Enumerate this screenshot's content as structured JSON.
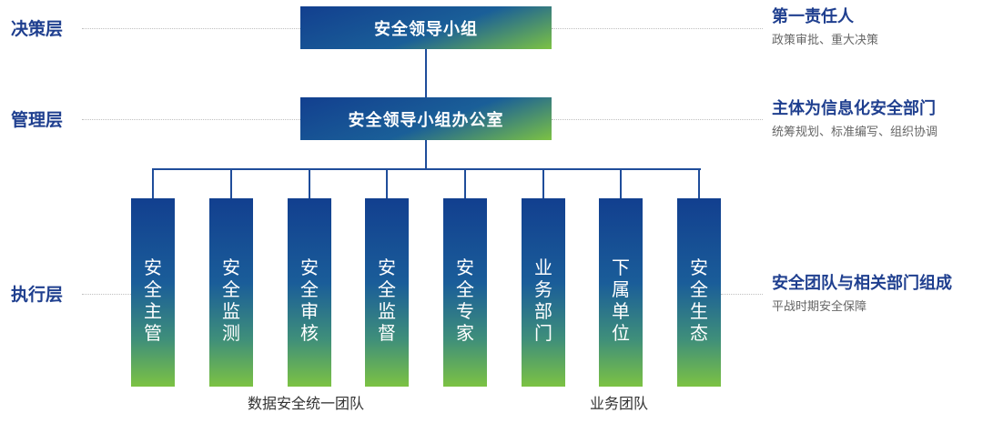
{
  "layers": [
    {
      "label": "决策层"
    },
    {
      "label": "管理层"
    },
    {
      "label": "执行层"
    }
  ],
  "top_boxes": [
    {
      "label": "安全领导小组"
    },
    {
      "label": "安全领导小组办公室"
    }
  ],
  "columns": [
    {
      "chars": [
        "安",
        "全",
        "主",
        "管"
      ]
    },
    {
      "chars": [
        "安",
        "全",
        "监",
        "测"
      ]
    },
    {
      "chars": [
        "安",
        "全",
        "审",
        "核"
      ]
    },
    {
      "chars": [
        "安",
        "全",
        "监",
        "督"
      ]
    },
    {
      "chars": [
        "安",
        "全",
        "专",
        "家"
      ]
    },
    {
      "chars": [
        "业",
        "务",
        "部",
        "门"
      ]
    },
    {
      "chars": [
        "下",
        "属",
        "单",
        "位"
      ]
    },
    {
      "chars": [
        "安",
        "全",
        "生",
        "态"
      ]
    }
  ],
  "right": [
    {
      "title": "第一责任人",
      "sub": "政策审批、重大决策"
    },
    {
      "title": "主体为信息化安全部门",
      "sub": "统筹规划、标准编写、组织协调"
    },
    {
      "title": "安全团队与相关部门组成",
      "sub": "平战时期安全保障"
    }
  ],
  "teams": [
    {
      "label": "数据安全统一团队"
    },
    {
      "label": "业务团队"
    }
  ],
  "colors": {
    "primary": "#1f3f8f",
    "gradient_start": "#123f8f",
    "gradient_end": "#7cc243",
    "line": "#1f4d9a"
  }
}
